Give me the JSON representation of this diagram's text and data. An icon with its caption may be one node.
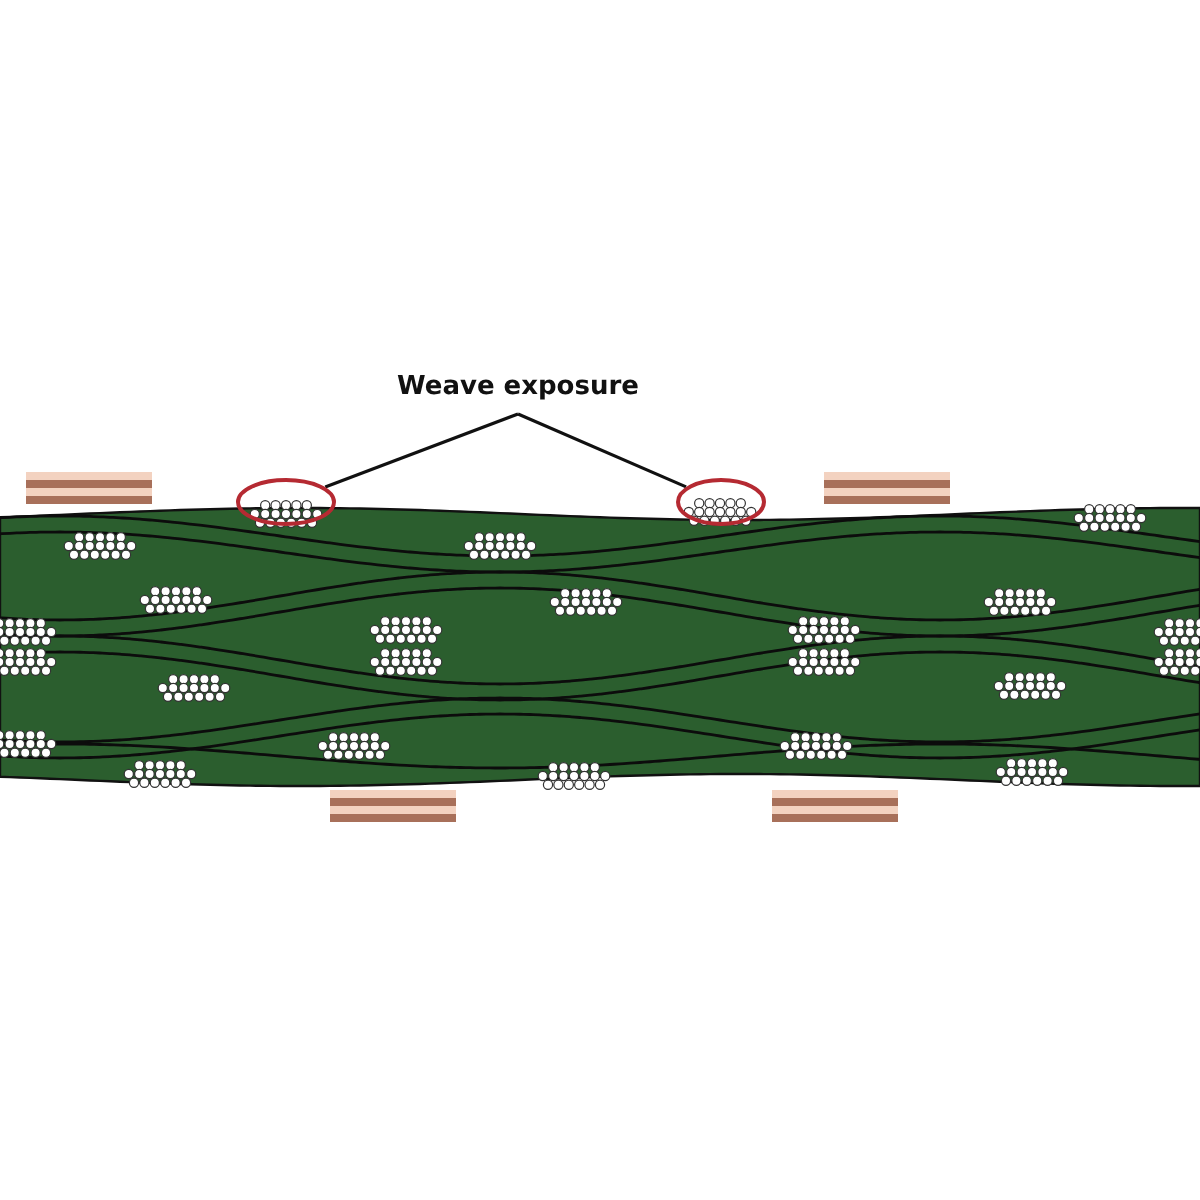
{
  "diagram": {
    "nodes": [
      {
        "text": [
          "Weave exposure"
        ]
      },
      {
        "text": [],
        "shape": "circle"
      },
      {
        "text": [],
        "shape": "circle"
      }
    ],
    "edges": [
      {
        "from": 0,
        "to": 1,
        "arrow": "none"
      },
      {
        "from": 0,
        "to": 2,
        "arrow": "none"
      }
    ]
  }
}
